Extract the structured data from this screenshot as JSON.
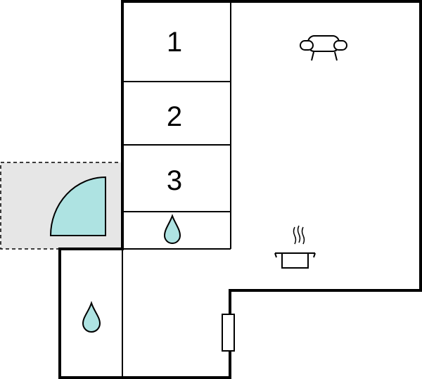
{
  "floorplan": {
    "rooms": [
      {
        "id": "room-1",
        "label": "1"
      },
      {
        "id": "room-2",
        "label": "2"
      },
      {
        "id": "room-3",
        "label": "3"
      }
    ],
    "icons": [
      "sofa-icon",
      "cooking-pot-icon",
      "water-drop-icon",
      "water-drop-icon",
      "shower-icon",
      "door-icon"
    ],
    "colors": {
      "wall": "#000000",
      "terrace": "#e6e6e6",
      "shower": "#aee3e2",
      "water": "#aee3e2"
    }
  }
}
